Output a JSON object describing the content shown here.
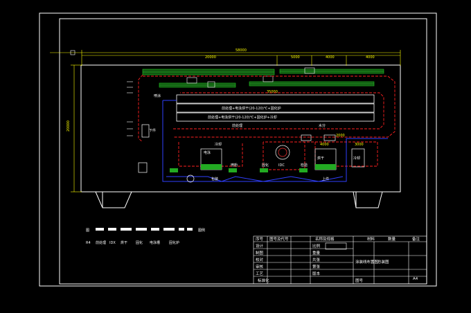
{
  "dimensions": {
    "overall": "58000",
    "sub_a": "20000",
    "sub_b": "5000",
    "sub_c": "4000",
    "sub_d": "4000",
    "vertical": "20000",
    "inner_a": "35000",
    "inner_b": "4000",
    "inner_c": "3000",
    "inner_d": "2000"
  },
  "line_labels": {
    "belt_a": "前处理+电泳烘干(20-120)℃+固化炉",
    "belt_b": "前处理+电泳烘干(20-120)℃+固化炉+冷却"
  },
  "equipment_labels": {
    "eq1": "电泳",
    "eq2": "烘干",
    "eq3": "冷却",
    "eq4": "喷粉",
    "eq5": "固化",
    "eq6": "检验",
    "eq7": "包装",
    "eq8": "上件",
    "eq9": "下件",
    "eq10": "水分",
    "eq11": "IDC",
    "eq12": "前处理",
    "eq13": "喷涂",
    "eq14": "冷却"
  },
  "legend": {
    "row1_label": "图",
    "row1_end": "图例",
    "row2": [
      "R4",
      "前处理",
      "IDX",
      "烘干",
      "固化",
      "电泳槽",
      "固化炉"
    ]
  },
  "title_block": {
    "header": [
      "序号",
      "图号及代号",
      "名称及规格",
      "材料",
      "数量",
      "备注"
    ],
    "rows_left": [
      "设计",
      "制图",
      "校对",
      "审核",
      "工艺"
    ],
    "rows_left_bottom": "标准化",
    "middle": [
      "比例",
      "重量",
      "共张",
      "第张",
      "版本"
    ],
    "right_a": "涂装线布置图",
    "right_b": "总装图",
    "right_c": "图号",
    "right_d": "A4"
  },
  "colors": {
    "frame": "#ffffff",
    "dimension": "#ffff00",
    "conveyor_red": "#ff2020",
    "conveyor_blue": "#3040ff",
    "equipment_green": "#22cc22",
    "cyan": "#00cccc"
  }
}
